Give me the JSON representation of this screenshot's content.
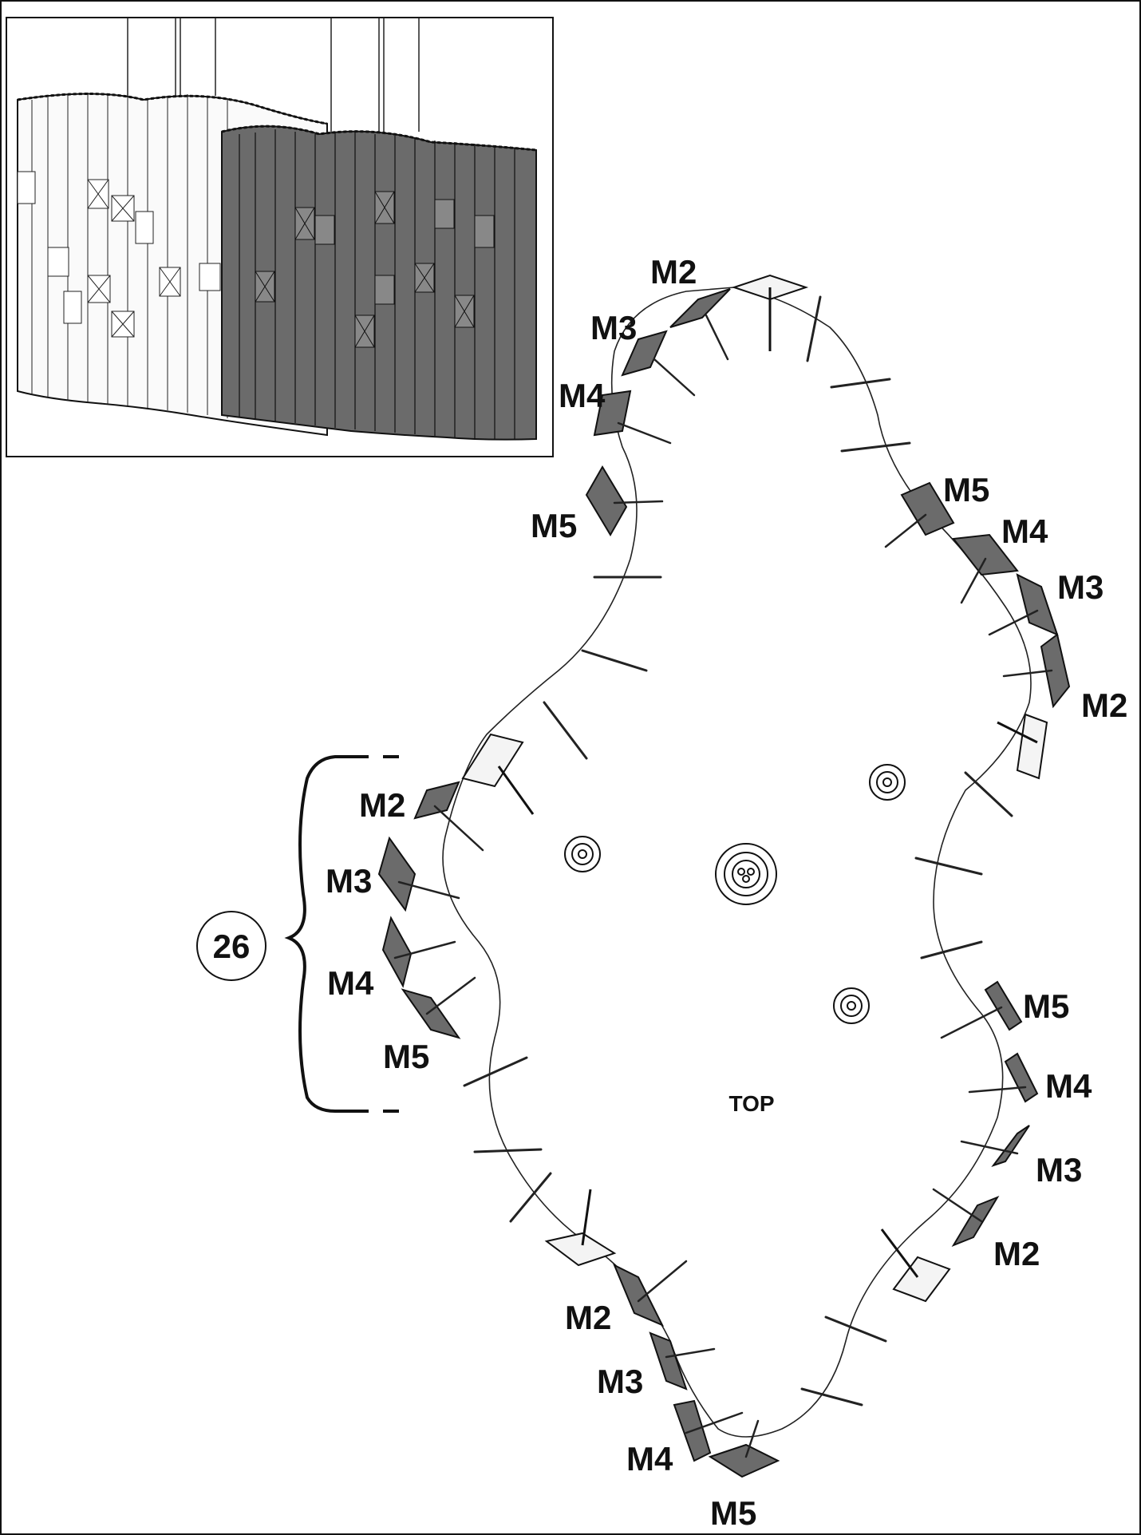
{
  "labels": {
    "m2": "M2",
    "m3": "M3",
    "m4": "M4",
    "m5": "M5",
    "step": "26",
    "top": "TOP"
  },
  "colors": {
    "dark_panel": "#6b6b6b",
    "light_panel": "#f2f2f2",
    "outline": "#111111",
    "background": "#ffffff"
  },
  "modules": [
    {
      "group": "top-left",
      "labels": [
        "M2",
        "M3",
        "M4",
        "M5"
      ]
    },
    {
      "group": "right-upper",
      "labels": [
        "M5",
        "M4",
        "M3",
        "M2"
      ]
    },
    {
      "group": "left-middle",
      "labels": [
        "M2",
        "M3",
        "M4",
        "M5"
      ]
    },
    {
      "group": "right-lower",
      "labels": [
        "M5",
        "M4",
        "M3",
        "M2"
      ]
    },
    {
      "group": "bottom",
      "labels": [
        "M2",
        "M3",
        "M4",
        "M5"
      ]
    }
  ]
}
